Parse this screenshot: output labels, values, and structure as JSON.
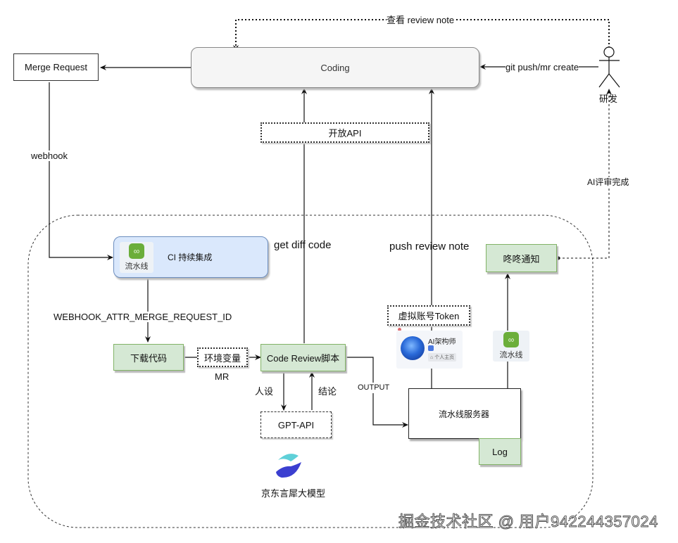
{
  "nodes": {
    "merge_request": "Merge Request",
    "coding": "Coding",
    "open_api": "开放API",
    "developer": "研发",
    "ci": "CI 持续集成",
    "pipeline_badge": "流水线",
    "download_code": "下载代码",
    "env_vars": "环境变量",
    "code_review_script": "Code Review脚本",
    "gpt_api": "GPT-API",
    "jd_model": "京东言犀大模型",
    "virtual_token": "虚拟账号Token",
    "dongdong_notify": "咚咚通知",
    "pipeline_server": "流水线服务器",
    "log": "Log",
    "ai_card": {
      "name": "AI架构师",
      "home": "个人主页"
    }
  },
  "edges": {
    "view_review_note": "查看 review note",
    "git_push": "git push/mr create",
    "webhook": "webhook",
    "ai_review_done": "AI评审完成",
    "get_diff_code": "get diff code",
    "push_review_note": "push review note",
    "webhook_attr": "WEBHOOK_ATTR_MERGE_REQUEST_ID",
    "mr": "MR",
    "persona": "人设",
    "conclusion": "结论",
    "output": "OUTPUT"
  },
  "watermark": "掘金技术社区 @ 用户942244357024",
  "colors": {
    "green_fill": "#d5e8d4",
    "green_stroke": "#82b366",
    "blue_fill": "#dae8fc",
    "blue_stroke": "#6c8ebf",
    "coding_fill": "#f5f5f5",
    "pipeline_icon": "#6bae3a",
    "jd_logo_top": "#5fd0d8",
    "jd_logo_bottom": "#3b3fd0"
  }
}
